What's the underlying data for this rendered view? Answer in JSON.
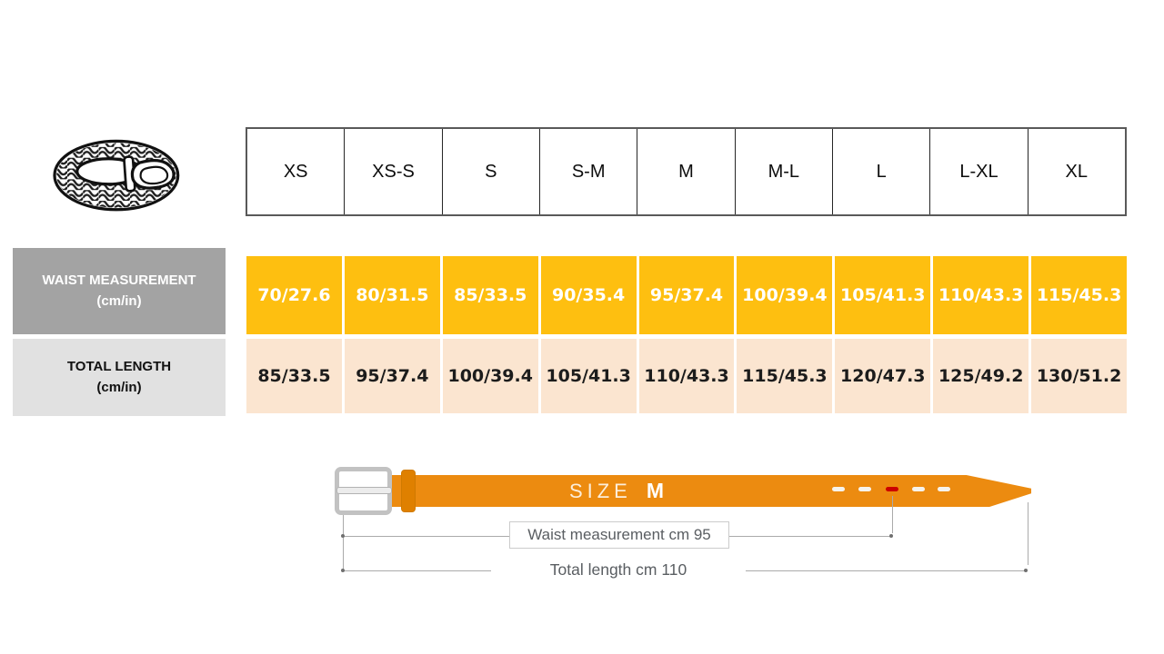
{
  "colors": {
    "waist_row_bg": "#FEBF10",
    "length_row_bg": "#FBE5D0",
    "waist_label_bg": "#A3A3A3",
    "length_label_bg": "#E1E1E1",
    "table_border": "#595959",
    "belt_orange": "#EC8B10",
    "keeper_orange": "#DF8000",
    "red_hole": "#CC0000",
    "annotation_gray": "#5A5E62"
  },
  "size_header": {
    "sizes": [
      "XS",
      "XS-S",
      "S",
      "S-M",
      "M",
      "M-L",
      "L",
      "L-XL",
      "XL"
    ]
  },
  "rows": {
    "waist": {
      "label": "WAIST MEASUREMENT",
      "unit": "(cm/in)",
      "values": [
        "70/27.6",
        "80/31.5",
        "85/33.5",
        "90/35.4",
        "95/37.4",
        "100/39.4",
        "105/41.3",
        "110/43.3",
        "115/45.3"
      ]
    },
    "length": {
      "label": "TOTAL LENGTH",
      "unit": "(cm/in)",
      "values": [
        "85/33.5",
        "95/37.4",
        "100/39.4",
        "105/41.3",
        "110/43.3",
        "115/45.3",
        "120/47.3",
        "125/49.2",
        "130/51.2"
      ]
    }
  },
  "diagram": {
    "size_label": "SIZE",
    "size_value": "M",
    "waist_annotation": "Waist measurement cm 95",
    "total_annotation": "Total length cm 110"
  },
  "icons": {
    "belt_icon": "braided-belt-icon"
  }
}
